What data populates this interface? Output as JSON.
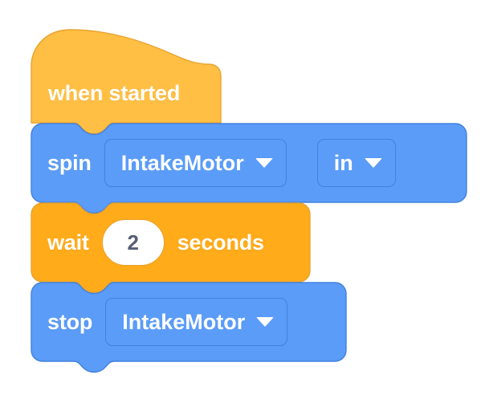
{
  "workspace": {
    "name": "block-programming-workspace",
    "background_color": "#ffffff"
  },
  "palette": {
    "event_block_color": "#ffbf44",
    "event_block_stroke": "#e8a32e",
    "control_block_color": "#ffab1a",
    "control_block_stroke": "#e8a32e",
    "motion_block_color": "#5a9cf8",
    "motion_block_stroke": "#4281dd",
    "label_text_color": "#ffffff",
    "number_text_color": "#575e75",
    "input_field_color": "#ffffff"
  },
  "script": {
    "name": "drivetrain-intake-script",
    "blocks": [
      {
        "id": "when-started",
        "type": "hat",
        "category": "event",
        "label": "when started"
      },
      {
        "id": "spin-intakemotor-in",
        "type": "stack",
        "category": "motion",
        "label": "spin",
        "fields": [
          {
            "kind": "dropdown",
            "name": "motor-dropdown",
            "value": "IntakeMotor",
            "icon": "chevron-down-icon"
          },
          {
            "kind": "dropdown",
            "name": "direction-dropdown",
            "value": "in",
            "icon": "chevron-down-icon"
          }
        ]
      },
      {
        "id": "wait-2-seconds",
        "type": "stack",
        "category": "control",
        "label": "wait",
        "trailing_label": "seconds",
        "fields": [
          {
            "kind": "number",
            "name": "duration-input",
            "value": "2"
          }
        ]
      },
      {
        "id": "stop-intakemotor",
        "type": "stack",
        "category": "motion",
        "label": "stop",
        "fields": [
          {
            "kind": "dropdown",
            "name": "motor-dropdown",
            "value": "IntakeMotor",
            "icon": "chevron-down-icon"
          }
        ]
      }
    ]
  }
}
